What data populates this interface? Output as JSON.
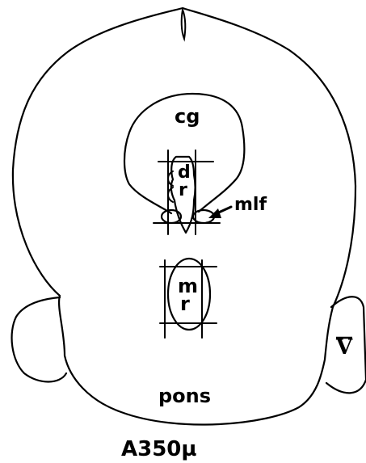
{
  "labels": {
    "cg": "cg",
    "dr_d": "d",
    "dr_r": "r",
    "mlf": "mlf",
    "mr_m": "m",
    "mr_r": "r",
    "v": "V",
    "pons": "pons",
    "section": "A350µ"
  }
}
